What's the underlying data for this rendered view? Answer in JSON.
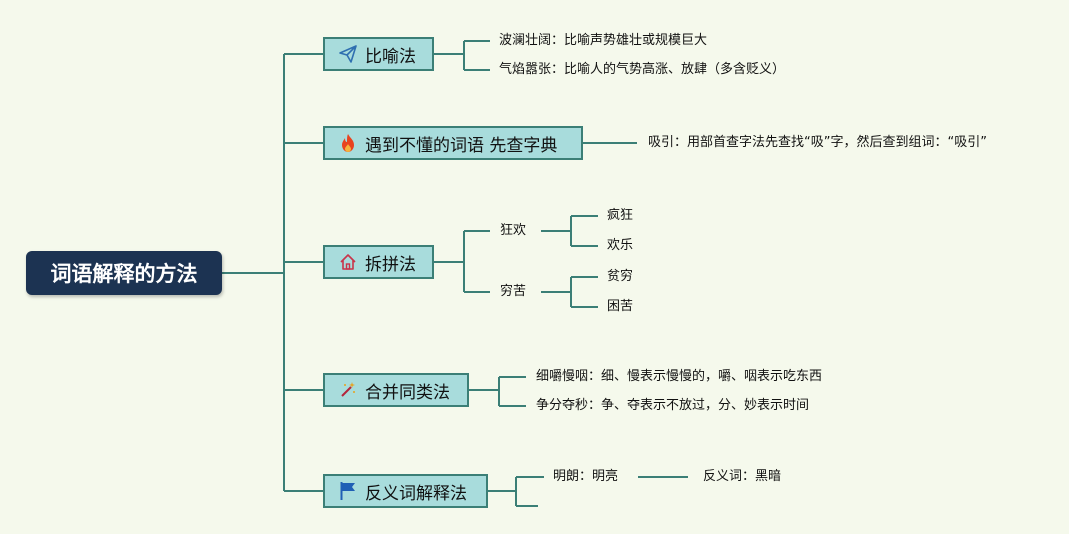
{
  "root": {
    "title": "词语解释的方法"
  },
  "branches": [
    {
      "label": "比喻法",
      "icon": "paper-plane-icon",
      "items": [
        "波澜壮阔：比喻声势雄壮或规模巨大",
        "气焰嚣张：比喻人的气势高涨、放肆（多含贬义）"
      ]
    },
    {
      "label": "遇到不懂的词语 先查字典",
      "icon": "fire-icon",
      "items": [
        "吸引：用部首查字法先查找“吸”字，然后查到组词：“吸引”"
      ]
    },
    {
      "label": "拆拼法",
      "icon": "house-icon",
      "groups": [
        {
          "label": "狂欢",
          "items": [
            "疯狂",
            "欢乐"
          ]
        },
        {
          "label": "穷苦",
          "items": [
            "贫穷",
            "困苦"
          ]
        }
      ]
    },
    {
      "label": "合并同类法",
      "icon": "magic-wand-icon",
      "items": [
        "细嚼慢咽：细、慢表示慢慢的，嚼、咽表示吃东西",
        "争分夺秒：争、夺表示不放过，分、妙表示时间"
      ]
    },
    {
      "label": "反义词解释法",
      "icon": "flag-icon",
      "items": [
        "明朗：明亮"
      ],
      "sub": "反义词：黑暗"
    }
  ],
  "colors": {
    "root_bg": "#1c3352",
    "branch_bg": "#a8dcdc",
    "line": "#3b7f76",
    "background": "#f5f9ec"
  }
}
